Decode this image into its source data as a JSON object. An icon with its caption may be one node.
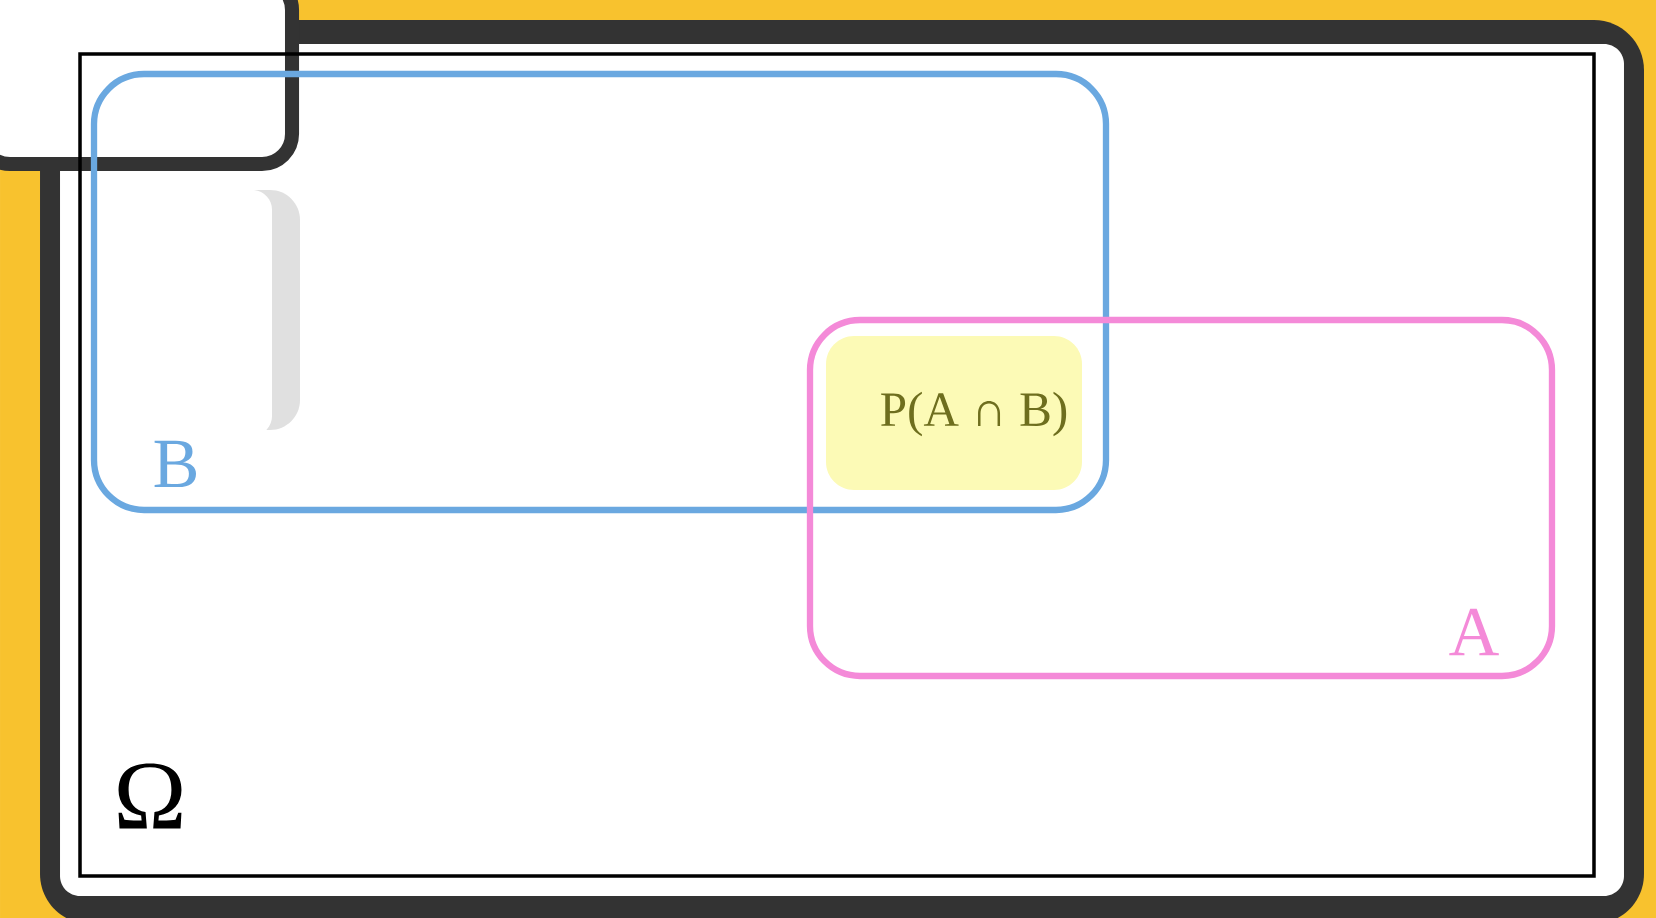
{
  "diagram": {
    "nodes": [
      {
        "text": [
          "Ω"
        ]
      },
      {
        "text": [
          "B"
        ],
        "in": 0
      },
      {
        "text": [
          "A"
        ],
        "in": 0
      },
      {
        "text": [
          "P(A ∩ B)"
        ]
      }
    ]
  }
}
